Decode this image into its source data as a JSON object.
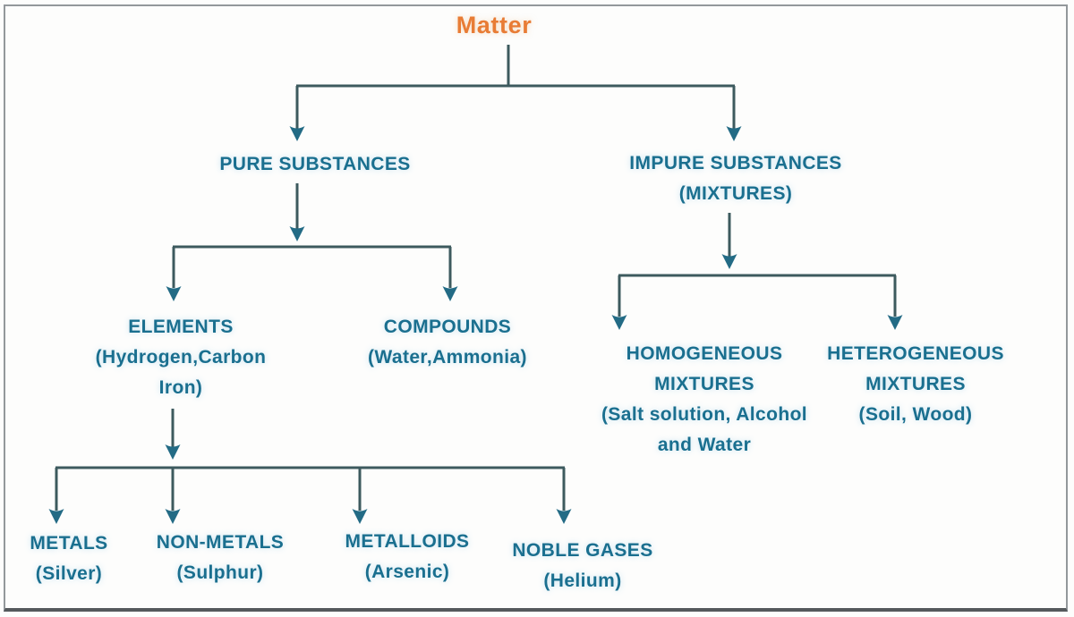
{
  "title": "Matter classification flowchart",
  "colors": {
    "accent_orange": "#e87c35",
    "text_teal": "#1a6f8f",
    "connector_line": "#3d5a5e",
    "arrowhead": "#236b85",
    "frame_border": "#93989b",
    "frame_border_bottom": "#55595c",
    "background": "#fdfdfc"
  },
  "nodes": {
    "matter": {
      "lines": [
        "Matter"
      ]
    },
    "pure": {
      "lines": [
        "PURE SUBSTANCES"
      ]
    },
    "impure": {
      "lines": [
        "IMPURE SUBSTANCES",
        "(MIXTURES)"
      ]
    },
    "elements": {
      "lines": [
        "ELEMENTS",
        "(Hydrogen,Carbon",
        "Iron)"
      ]
    },
    "compounds": {
      "lines": [
        "COMPOUNDS",
        "(Water,Ammonia)"
      ]
    },
    "homogeneous": {
      "lines": [
        "HOMOGENEOUS",
        "MIXTURES",
        "(Salt solution, Alcohol",
        "and Water"
      ]
    },
    "heterogeneous": {
      "lines": [
        "HETEROGENEOUS",
        "MIXTURES",
        "(Soil, Wood)"
      ]
    },
    "metals": {
      "lines": [
        "METALS",
        "(Silver)"
      ]
    },
    "non_metals": {
      "lines": [
        "NON-METALS",
        "(Sulphur)"
      ]
    },
    "metalloids": {
      "lines": [
        "METALLOIDS",
        "(Arsenic)"
      ]
    },
    "noble_gases": {
      "lines": [
        "NOBLE GASES",
        "(Helium)"
      ]
    }
  },
  "tree": {
    "matter": [
      "pure",
      "impure"
    ],
    "pure": [
      "elements",
      "compounds"
    ],
    "impure": [
      "homogeneous",
      "heterogeneous"
    ],
    "elements": [
      "metals",
      "non_metals",
      "metalloids",
      "noble_gases"
    ]
  }
}
